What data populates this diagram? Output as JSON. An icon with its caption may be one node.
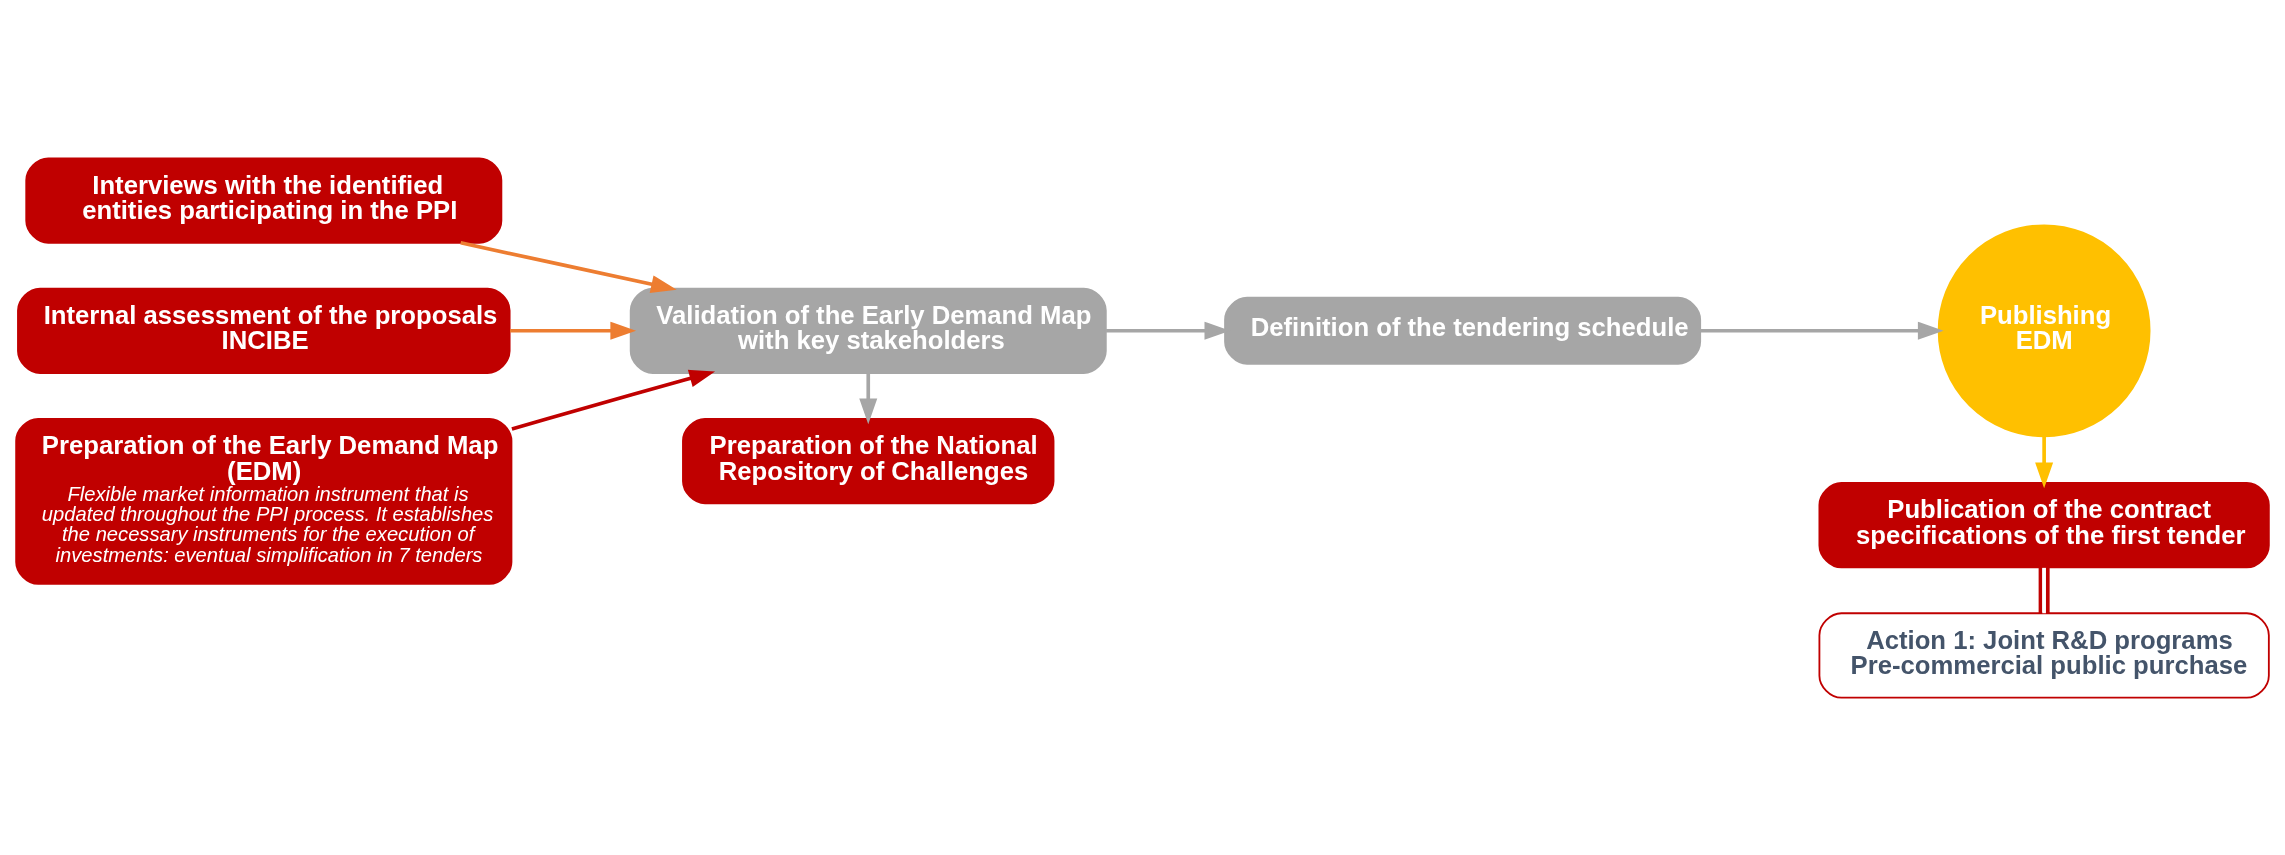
{
  "diagram": {
    "nodes": [
      {
        "text": [
          "Interviews with the identified entities participating in the PPI"
        ]
      },
      {
        "text": [
          "Internal assessment of the proposals INCIBE"
        ]
      },
      {
        "text": [
          "Preparation of the Early Demand Map (EDM)",
          "Flexible market information instrument that is updated throughout the PPI process. It establishes the necessary instruments for the execution of investments: eventual simplification in 7 tenders"
        ]
      },
      {
        "text": [
          "Validation of the Early Demand Map with key stakeholders"
        ]
      },
      {
        "text": [
          "Definition of the tendering schedule"
        ]
      },
      {
        "text": [
          "Publishing EDM"
        ]
      },
      {
        "text": [
          "Preparation of the National Repository of Challenges"
        ]
      },
      {
        "text": [
          "Publication of the contract specifications of the first tender"
        ]
      },
      {
        "text": [
          "Action 1: Joint R&D programs Pre-commercial public purchase"
        ]
      }
    ],
    "edges": [
      {
        "from": 0,
        "to": 3,
        "arrow": "to",
        "color": "#ed7d31"
      },
      {
        "from": 1,
        "to": 3,
        "arrow": "to",
        "color": "#ed7d31"
      },
      {
        "from": 2,
        "to": 3,
        "arrow": "to",
        "color": "#c00000"
      },
      {
        "from": 3,
        "to": 4,
        "arrow": "to"
      },
      {
        "from": 4,
        "to": 5,
        "arrow": "to"
      },
      {
        "from": 3,
        "to": 6,
        "arrow": "to"
      },
      {
        "from": 5,
        "to": 7,
        "arrow": "to",
        "color": "#ffc000"
      },
      {
        "from": 7,
        "to": 8,
        "arrow": "none",
        "color": "#c00000"
      }
    ]
  }
}
